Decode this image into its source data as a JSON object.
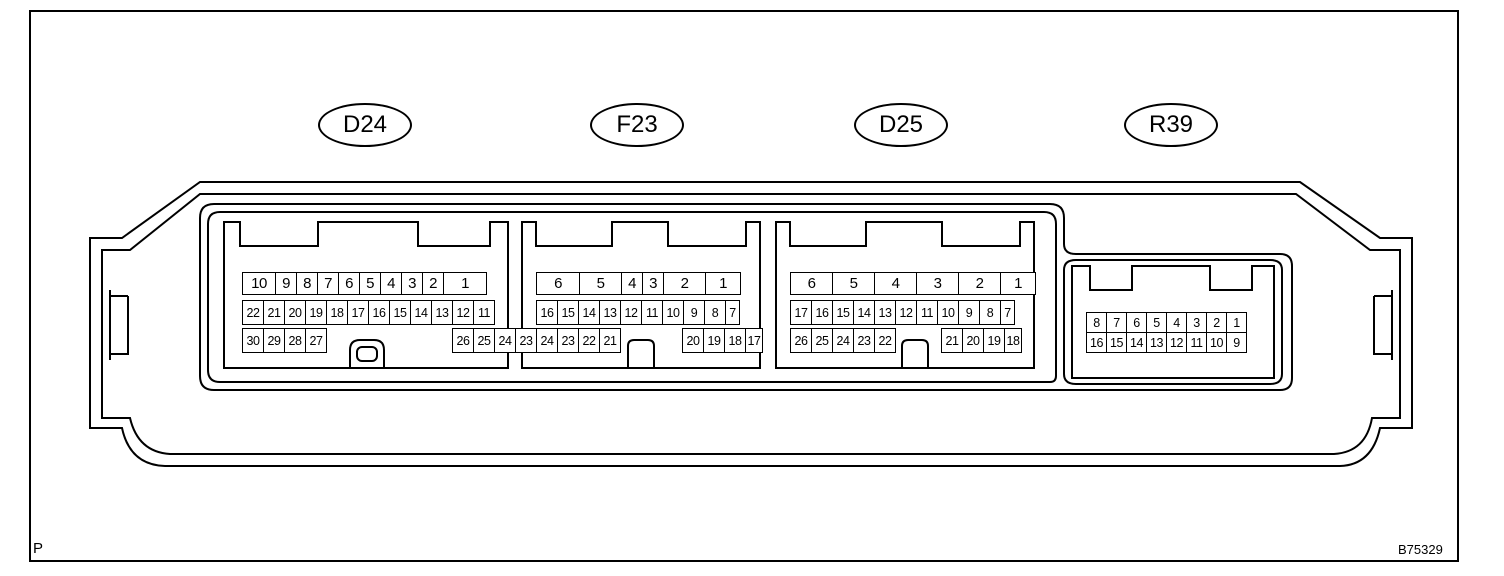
{
  "figure_code": "B75329",
  "corner_mark": "P",
  "connectors": [
    {
      "id": "D24",
      "rows": [
        [
          "10",
          "9",
          "8",
          "7",
          "6",
          "5",
          "4",
          "3",
          "2",
          "1"
        ],
        [
          "22",
          "21",
          "20",
          "19",
          "18",
          "17",
          "16",
          "15",
          "14",
          "13",
          "12",
          "11"
        ],
        [
          "30",
          "29",
          "28",
          "27",
          "",
          "",
          "",
          "",
          "26",
          "25",
          "24",
          "23"
        ]
      ]
    },
    {
      "id": "F23",
      "rows": [
        [
          "6",
          "5",
          "4",
          "3",
          "2",
          "1"
        ],
        [
          "16",
          "15",
          "14",
          "13",
          "12",
          "11",
          "10",
          "9",
          "8",
          "7"
        ],
        [
          "24",
          "23",
          "22",
          "21",
          "",
          "",
          "20",
          "19",
          "18",
          "17"
        ]
      ]
    },
    {
      "id": "D25",
      "rows": [
        [
          "6",
          "5",
          "4",
          "3",
          "2",
          "1"
        ],
        [
          "17",
          "16",
          "15",
          "14",
          "13",
          "12",
          "11",
          "10",
          "9",
          "8",
          "7"
        ],
        [
          "26",
          "25",
          "24",
          "23",
          "22",
          "",
          "",
          "21",
          "20",
          "19",
          "18"
        ]
      ]
    },
    {
      "id": "R39",
      "rows": [
        [
          "8",
          "7",
          "6",
          "5",
          "4",
          "3",
          "2",
          "1"
        ],
        [
          "16",
          "15",
          "14",
          "13",
          "12",
          "11",
          "10",
          "9"
        ]
      ]
    }
  ]
}
